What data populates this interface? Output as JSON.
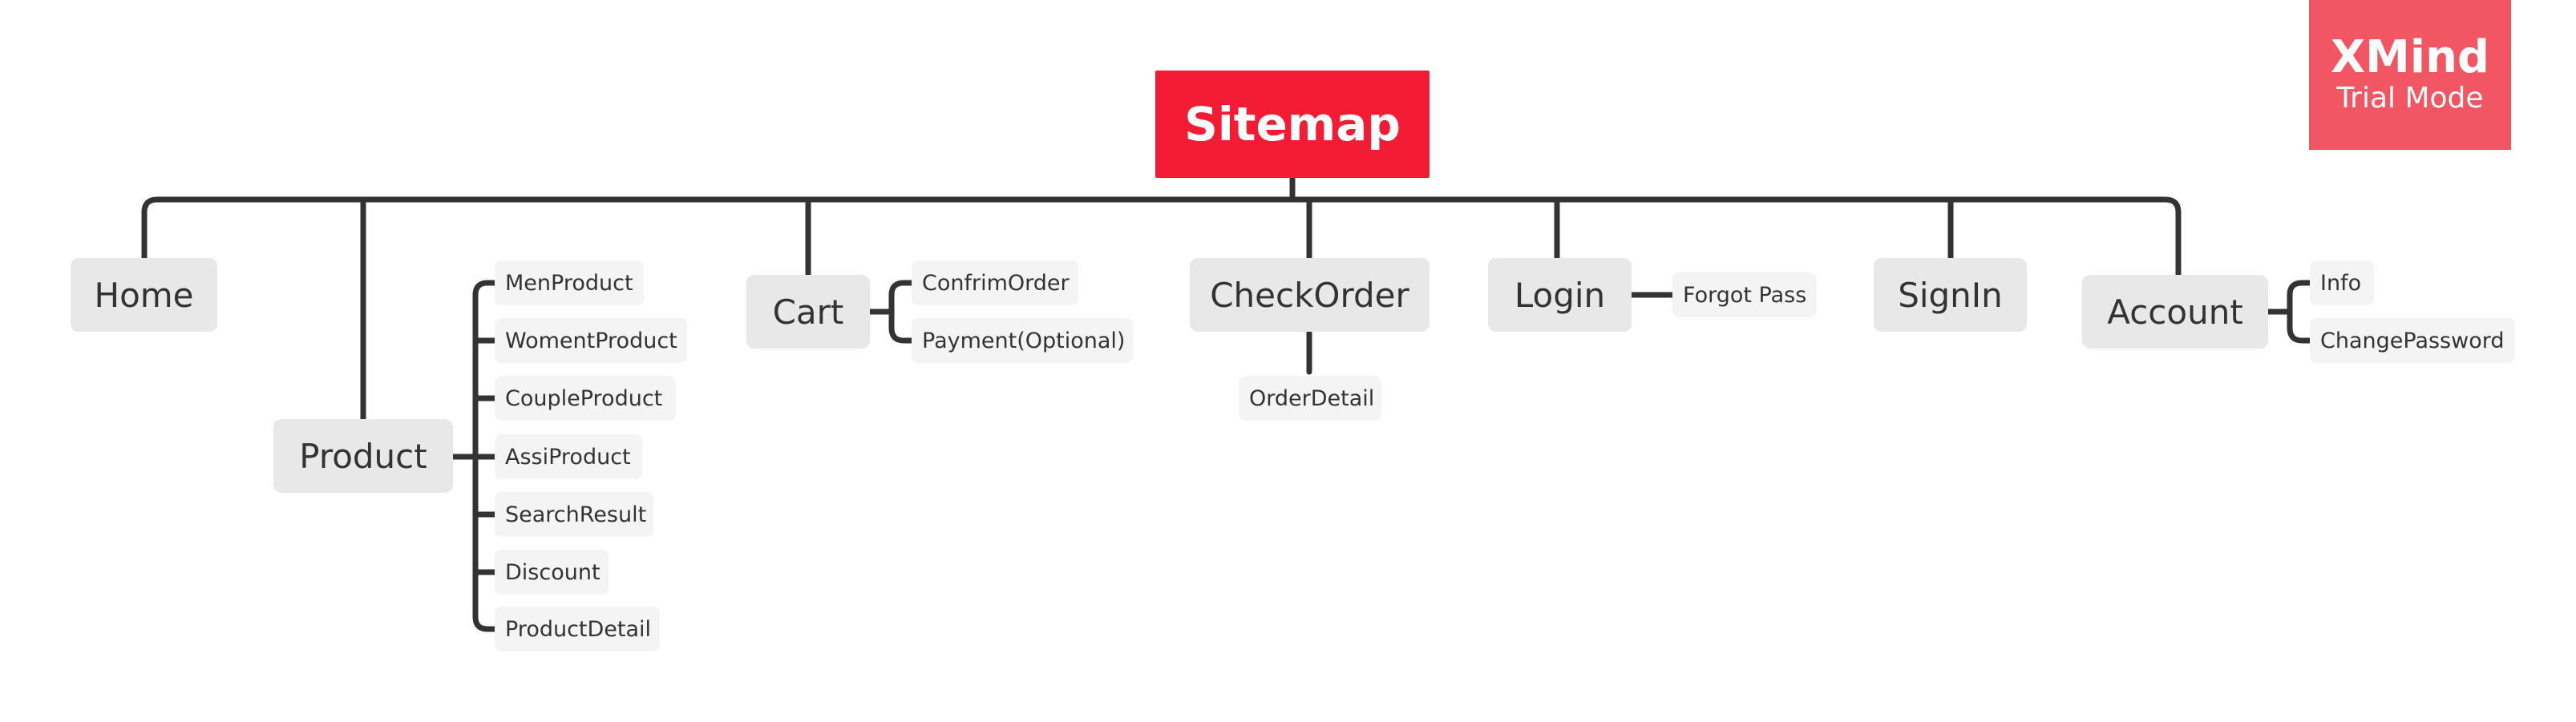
{
  "root": {
    "label": "Sitemap"
  },
  "topics": {
    "home": {
      "label": "Home"
    },
    "product": {
      "label": "Product",
      "children": [
        "MenProduct",
        "WomentProduct",
        "CoupleProduct",
        "AssiProduct",
        "SearchResult",
        "Discount",
        "ProductDetail"
      ]
    },
    "cart": {
      "label": "Cart",
      "children": [
        "ConfrimOrder",
        "Payment(Optional)"
      ]
    },
    "checkorder": {
      "label": "CheckOrder",
      "children": [
        "OrderDetail"
      ]
    },
    "login": {
      "label": "Login",
      "children": [
        "Forgot Pass"
      ]
    },
    "signin": {
      "label": "SignIn"
    },
    "account": {
      "label": "Account",
      "children": [
        "Info",
        "ChangePassword"
      ]
    }
  },
  "watermark": {
    "title": "XMind",
    "subtitle": "Trial Mode"
  },
  "colors": {
    "root": "#f41c35",
    "topic_bg": "#e8e8e8",
    "subtopic_bg": "#f4f4f4",
    "line": "#333333",
    "watermark_bg": "#f25662"
  }
}
